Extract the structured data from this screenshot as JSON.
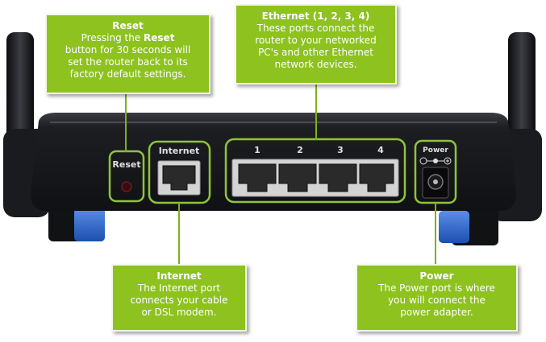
{
  "router": {
    "reset_label": "Reset",
    "internet_label": "Internet",
    "power_label": "Power",
    "port_numbers": [
      "1",
      "2",
      "3",
      "4"
    ]
  },
  "callouts": {
    "reset": {
      "title": "Reset",
      "lines": [
        "Pressing the ",
        "Reset",
        "button for 30 seconds will",
        "set the router back to its",
        "factory default settings."
      ]
    },
    "ethernet": {
      "title": "Ethernet (1, 2, 3, 4)",
      "lines": [
        "These ports connect the",
        "router to your networked",
        "PC's and other Ethernet",
        "network devices."
      ]
    },
    "internet": {
      "title": "Internet",
      "lines": [
        "The Internet port",
        "connects your cable",
        "or DSL modem."
      ]
    },
    "power": {
      "title": "Power",
      "lines": [
        "The Power port is where",
        "you will connect the",
        "power adapter."
      ]
    }
  },
  "colors": {
    "callout_green": "#8dc21f",
    "highlight_green": "#8fc43a",
    "router_body": "#1c1d21"
  }
}
